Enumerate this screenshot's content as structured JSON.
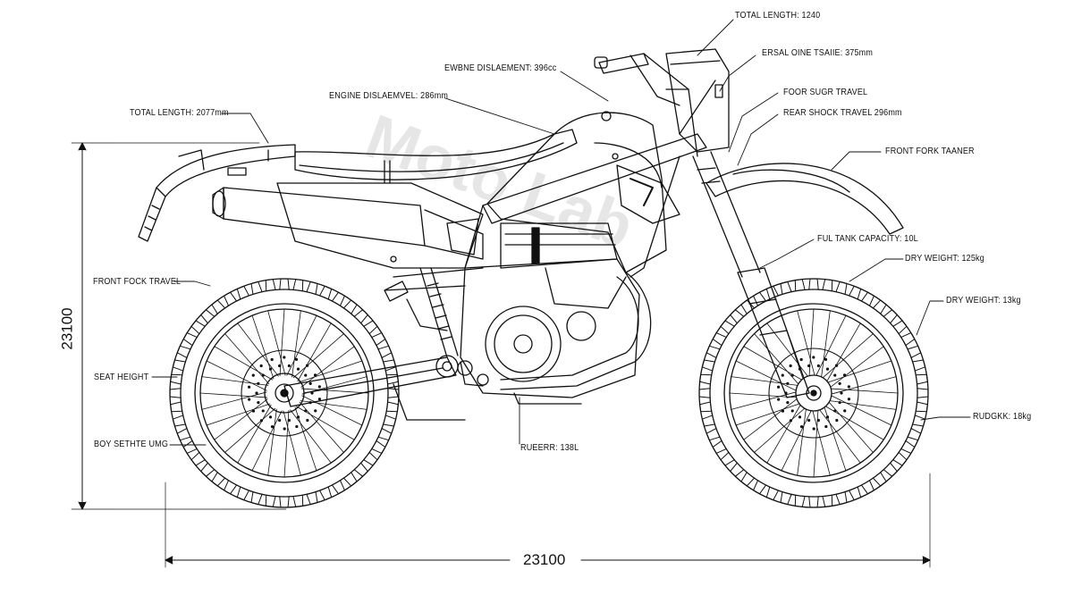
{
  "watermark": "Moto Lab",
  "dimensions": {
    "height": "23100",
    "wheelbase": "23100"
  },
  "callouts": {
    "total_length_top": "TOTAL LENGTH: 1240",
    "ersal_oine": "ERSAL OINE TSAIIE: 375mm",
    "ewbne": "EWBNE DISLAEMENT: 396cc",
    "engine_disl": "ENGINE DISLAEMVEL: 286mm",
    "total_length_left": "TOTAL LENGTH: 2077mm",
    "foor_sugr": "FOOR SUGR TRAVEL",
    "rear_shock": "REAR SHOCK TRAVEL 296mm",
    "front_fork_taner": "FRONT FORK TAANER",
    "fuel_tank": "FUL TANK CAPACITY: 10L",
    "dry_weight_1": "DRY WEIGHT: 125kg",
    "front_fork_travel": "FRONT FOCK TRAVEL",
    "dry_weight_2": "DRY WEIGHT: 13kg",
    "seat_height": "SEAT HEIGHT",
    "rudgkk": "RUDGKK: 18kg",
    "bottom_left": "BOY SETHTE UMG",
    "bottom_center": "RUEERR: 138L"
  }
}
